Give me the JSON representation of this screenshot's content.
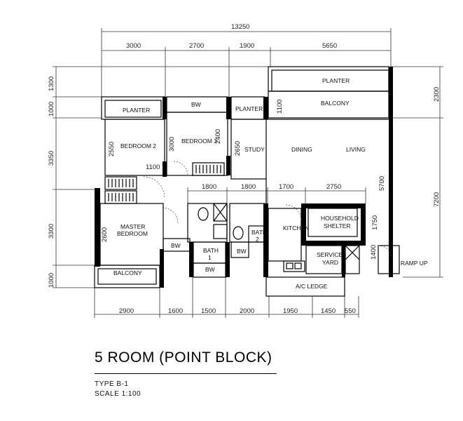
{
  "title": "5 ROOM  (POINT BLOCK)",
  "type_label": "TYPE B-1",
  "scale_label": "SCALE 1:100",
  "dims": {
    "overall": "13250",
    "top": [
      "3000",
      "2700",
      "1900",
      "5650"
    ],
    "left": [
      "1300",
      "1000",
      "3350",
      "3300",
      "1000"
    ],
    "right": [
      "2300",
      "7200"
    ],
    "bottom": [
      "2900",
      "1600",
      "1500",
      "2000",
      "1950",
      "1450",
      "550"
    ],
    "mid": [
      "1800",
      "1800",
      "1700",
      "2750"
    ],
    "inner": [
      "2550",
      "1100",
      "3000",
      "2400",
      "2650",
      "1100",
      "5700",
      "1750",
      "1400",
      "2600"
    ]
  },
  "rooms": {
    "planter_1": "PLANTER",
    "bw_1": "BW",
    "planter_2": "PLANTER",
    "planter_3": "PLANTER",
    "balcony_top": "BALCONY",
    "bedroom_2": "BEDROOM 2",
    "bedroom_3": "BEDROOM 3",
    "study": "STUDY",
    "dining": "DINING",
    "living": "LIVING",
    "master_1": "MASTER",
    "master_2": "BEDROOM",
    "bw_2": "BW",
    "bath_1_a": "BATH",
    "bath_1_b": "1",
    "bw_3": "BW",
    "bw_4": "BW",
    "bath_2_a": "BATH",
    "bath_2_b": "2",
    "kitchen": "KITCHEN",
    "hs_1": "HOUSEHOLD",
    "hs_2": "SHELTER",
    "sy_1": "SERVICE",
    "sy_2": "YARD",
    "balcony_bottom": "BALCONY",
    "ac_ledge": "A/C LEDGE",
    "ramp": "RAMP UP"
  }
}
